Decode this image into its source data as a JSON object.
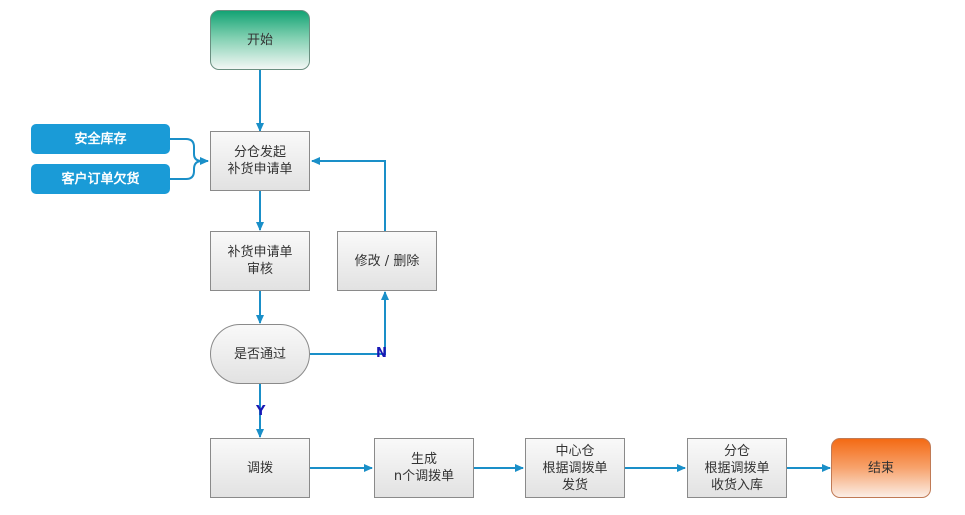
{
  "nodes": {
    "start": {
      "lines": [
        "开始"
      ]
    },
    "safety_stock": {
      "lines": [
        "安全库存"
      ]
    },
    "backorder": {
      "lines": [
        "客户订单欠货"
      ]
    },
    "initiate": {
      "lines": [
        "分仓发起",
        "补货申请单"
      ]
    },
    "review": {
      "lines": [
        "补货申请单",
        "审核"
      ]
    },
    "modify": {
      "lines": [
        "修改 / 删除"
      ]
    },
    "approved": {
      "lines": [
        "是否通过"
      ]
    },
    "transfer": {
      "lines": [
        "调拨"
      ]
    },
    "generate": {
      "lines": [
        "生成",
        "n个调拨单"
      ]
    },
    "center_ship": {
      "lines": [
        "中心仓",
        "根据调拨单",
        "发货"
      ]
    },
    "branch_receive": {
      "lines": [
        "分仓",
        "根据调拨单",
        "收货入库"
      ]
    },
    "end": {
      "lines": [
        "结束"
      ]
    }
  },
  "edge_labels": {
    "no": "N",
    "yes": "Y"
  },
  "colors": {
    "connector": "#1a8fc8",
    "label": "#1818b5"
  }
}
